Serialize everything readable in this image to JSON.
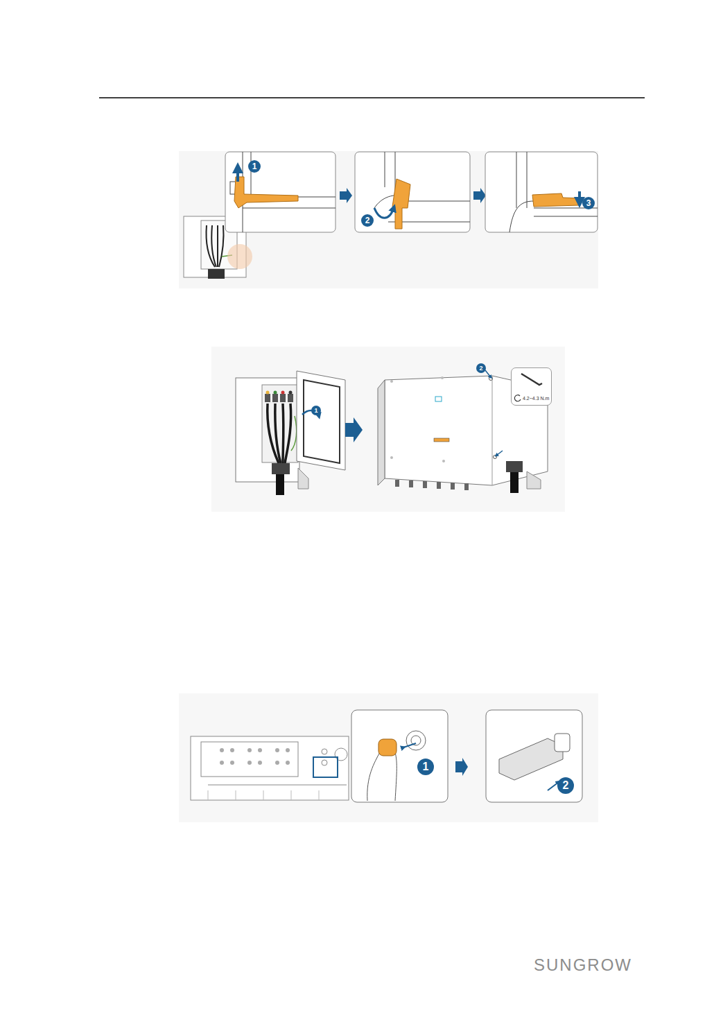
{
  "diagram": {
    "nodes": [
      {
        "text": [
          "4.2~4.3 N.m"
        ]
      }
    ],
    "labels": [
      "1",
      "2",
      "3",
      "1",
      "2",
      "1",
      "2",
      "SUNGROW"
    ]
  }
}
